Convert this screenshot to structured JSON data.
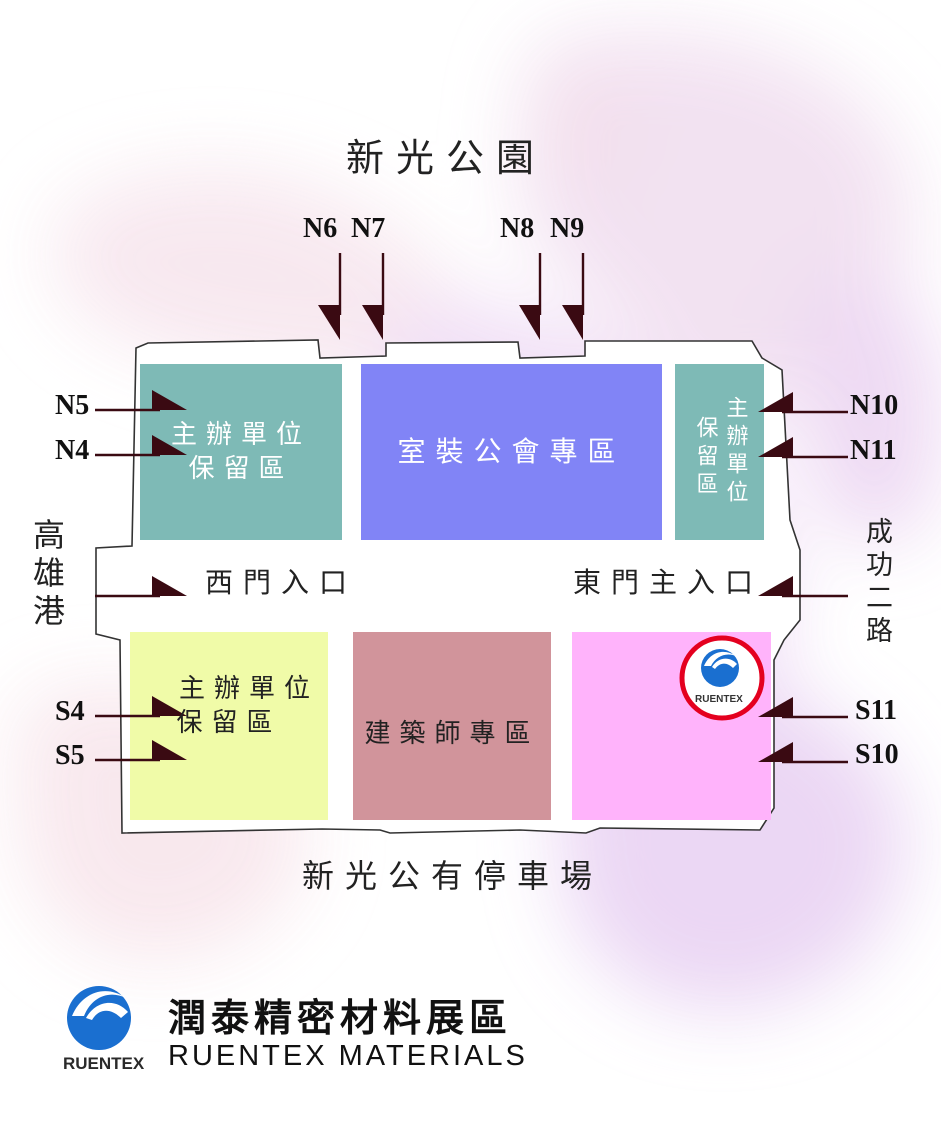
{
  "north_label": "新光公園",
  "south_label": "新光公有停車場",
  "west_road_label": "高雄港",
  "east_road_label": "成功二路",
  "gates": {
    "n6": "N6",
    "n7": "N7",
    "n8": "N8",
    "n9": "N9",
    "n5": "N5",
    "n4": "N4",
    "n10": "N10",
    "n11": "N11",
    "s4": "S4",
    "s5": "S5",
    "s11": "S11",
    "s10": "S10"
  },
  "entrances": {
    "west": "西門入口",
    "east": "東門主入口"
  },
  "zones": {
    "nw": {
      "line1": "主辦單位",
      "line2": "保留區",
      "color": "#7ebab6"
    },
    "nc": {
      "label": "室裝公會專區",
      "color": "#8184f6"
    },
    "ne": {
      "col1": "主辦單位",
      "col2": "保留區",
      "color": "#7ebab6"
    },
    "sw": {
      "line1": "主辦單位",
      "line2": "保留區",
      "color": "#f0fba8"
    },
    "sc": {
      "label": "建築師專區",
      "color": "#d1949b"
    },
    "se": {
      "color": "#ffb3fb"
    }
  },
  "booth_logo": {
    "text": "RUENTEX",
    "highlight_color": "#e4001f"
  },
  "brand": {
    "logo_text": "RUENTEX",
    "title_zh": "潤泰精密材料展區",
    "title_en": "RUENTEX MATERIALS",
    "blue": "#1a6fd0"
  },
  "arrow_color": "#3a0a12"
}
